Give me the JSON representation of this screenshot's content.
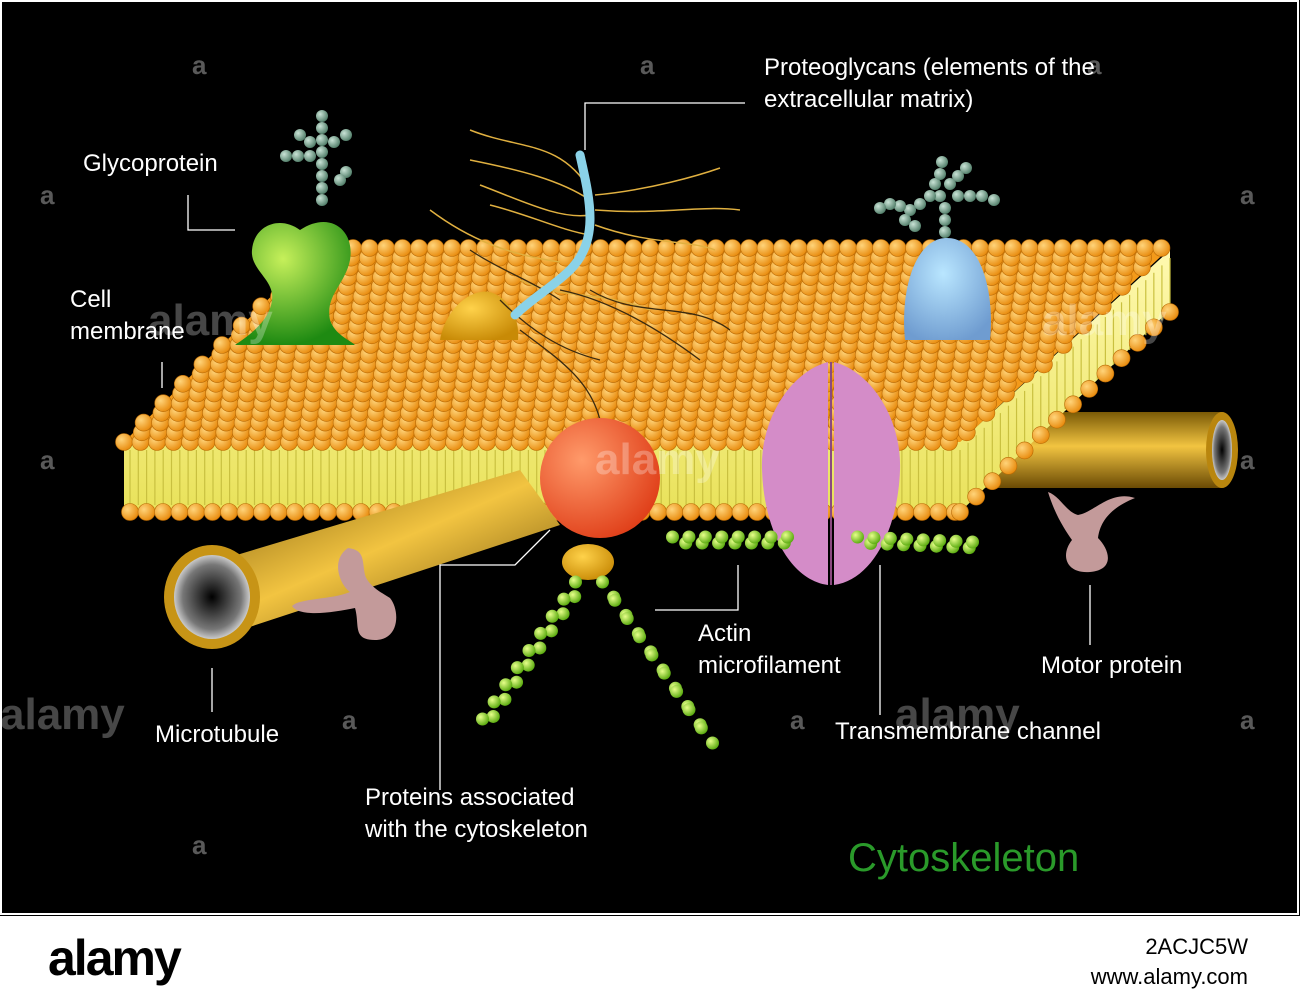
{
  "labels": {
    "glycoprotein": "Glycoprotein",
    "cell_membrane": "Cell\nmembrane",
    "proteoglycans": "Proteoglycans (elements of the\nextracellular matrix)",
    "microtubule": "Microtubule",
    "proteins_cytoskeleton": "Proteins associated\nwith the cytoskeleton",
    "actin": "Actin\nmicrofilament",
    "transmembrane": "Transmembrane channel",
    "motor_protein": "Motor protein"
  },
  "title": "Cytoskeleton",
  "watermark": {
    "brand": "alamy",
    "image_id": "2ACJC5W",
    "site": "www.alamy.com",
    "small_mark": "a"
  },
  "colors": {
    "background": "#000000",
    "lipid_head": "#f39a1a",
    "lipid_tail": "#f4f07a",
    "glycoprotein": "#3cbf1a",
    "actin": "#7dcb1e",
    "channel": "#d48cc8",
    "microtubule": "#c79416",
    "title": "#2a9a2a"
  }
}
